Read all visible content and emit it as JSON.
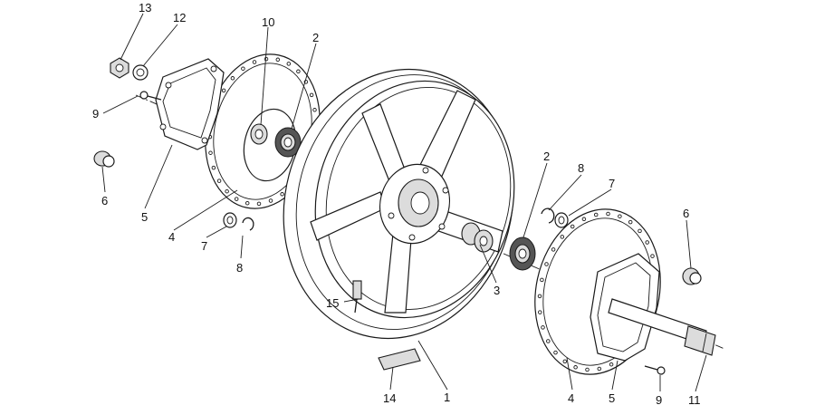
{
  "callouts": [
    {
      "id": "c13",
      "label": "13"
    },
    {
      "id": "c12",
      "label": "12"
    },
    {
      "id": "c10",
      "label": "10"
    },
    {
      "id": "c2a",
      "label": "2"
    },
    {
      "id": "c9a",
      "label": "9"
    },
    {
      "id": "c6a",
      "label": "6"
    },
    {
      "id": "c5a",
      "label": "5"
    },
    {
      "id": "c4a",
      "label": "4"
    },
    {
      "id": "c7a",
      "label": "7"
    },
    {
      "id": "c8a",
      "label": "8"
    },
    {
      "id": "c15",
      "label": "15"
    },
    {
      "id": "c14",
      "label": "14"
    },
    {
      "id": "c1",
      "label": "1"
    },
    {
      "id": "c3",
      "label": "3"
    },
    {
      "id": "c2b",
      "label": "2"
    },
    {
      "id": "c8b",
      "label": "8"
    },
    {
      "id": "c7b",
      "label": "7"
    },
    {
      "id": "c6b",
      "label": "6"
    },
    {
      "id": "c4b",
      "label": "4"
    },
    {
      "id": "c5b",
      "label": "5"
    },
    {
      "id": "c9b",
      "label": "9"
    },
    {
      "id": "c11",
      "label": "11"
    }
  ]
}
